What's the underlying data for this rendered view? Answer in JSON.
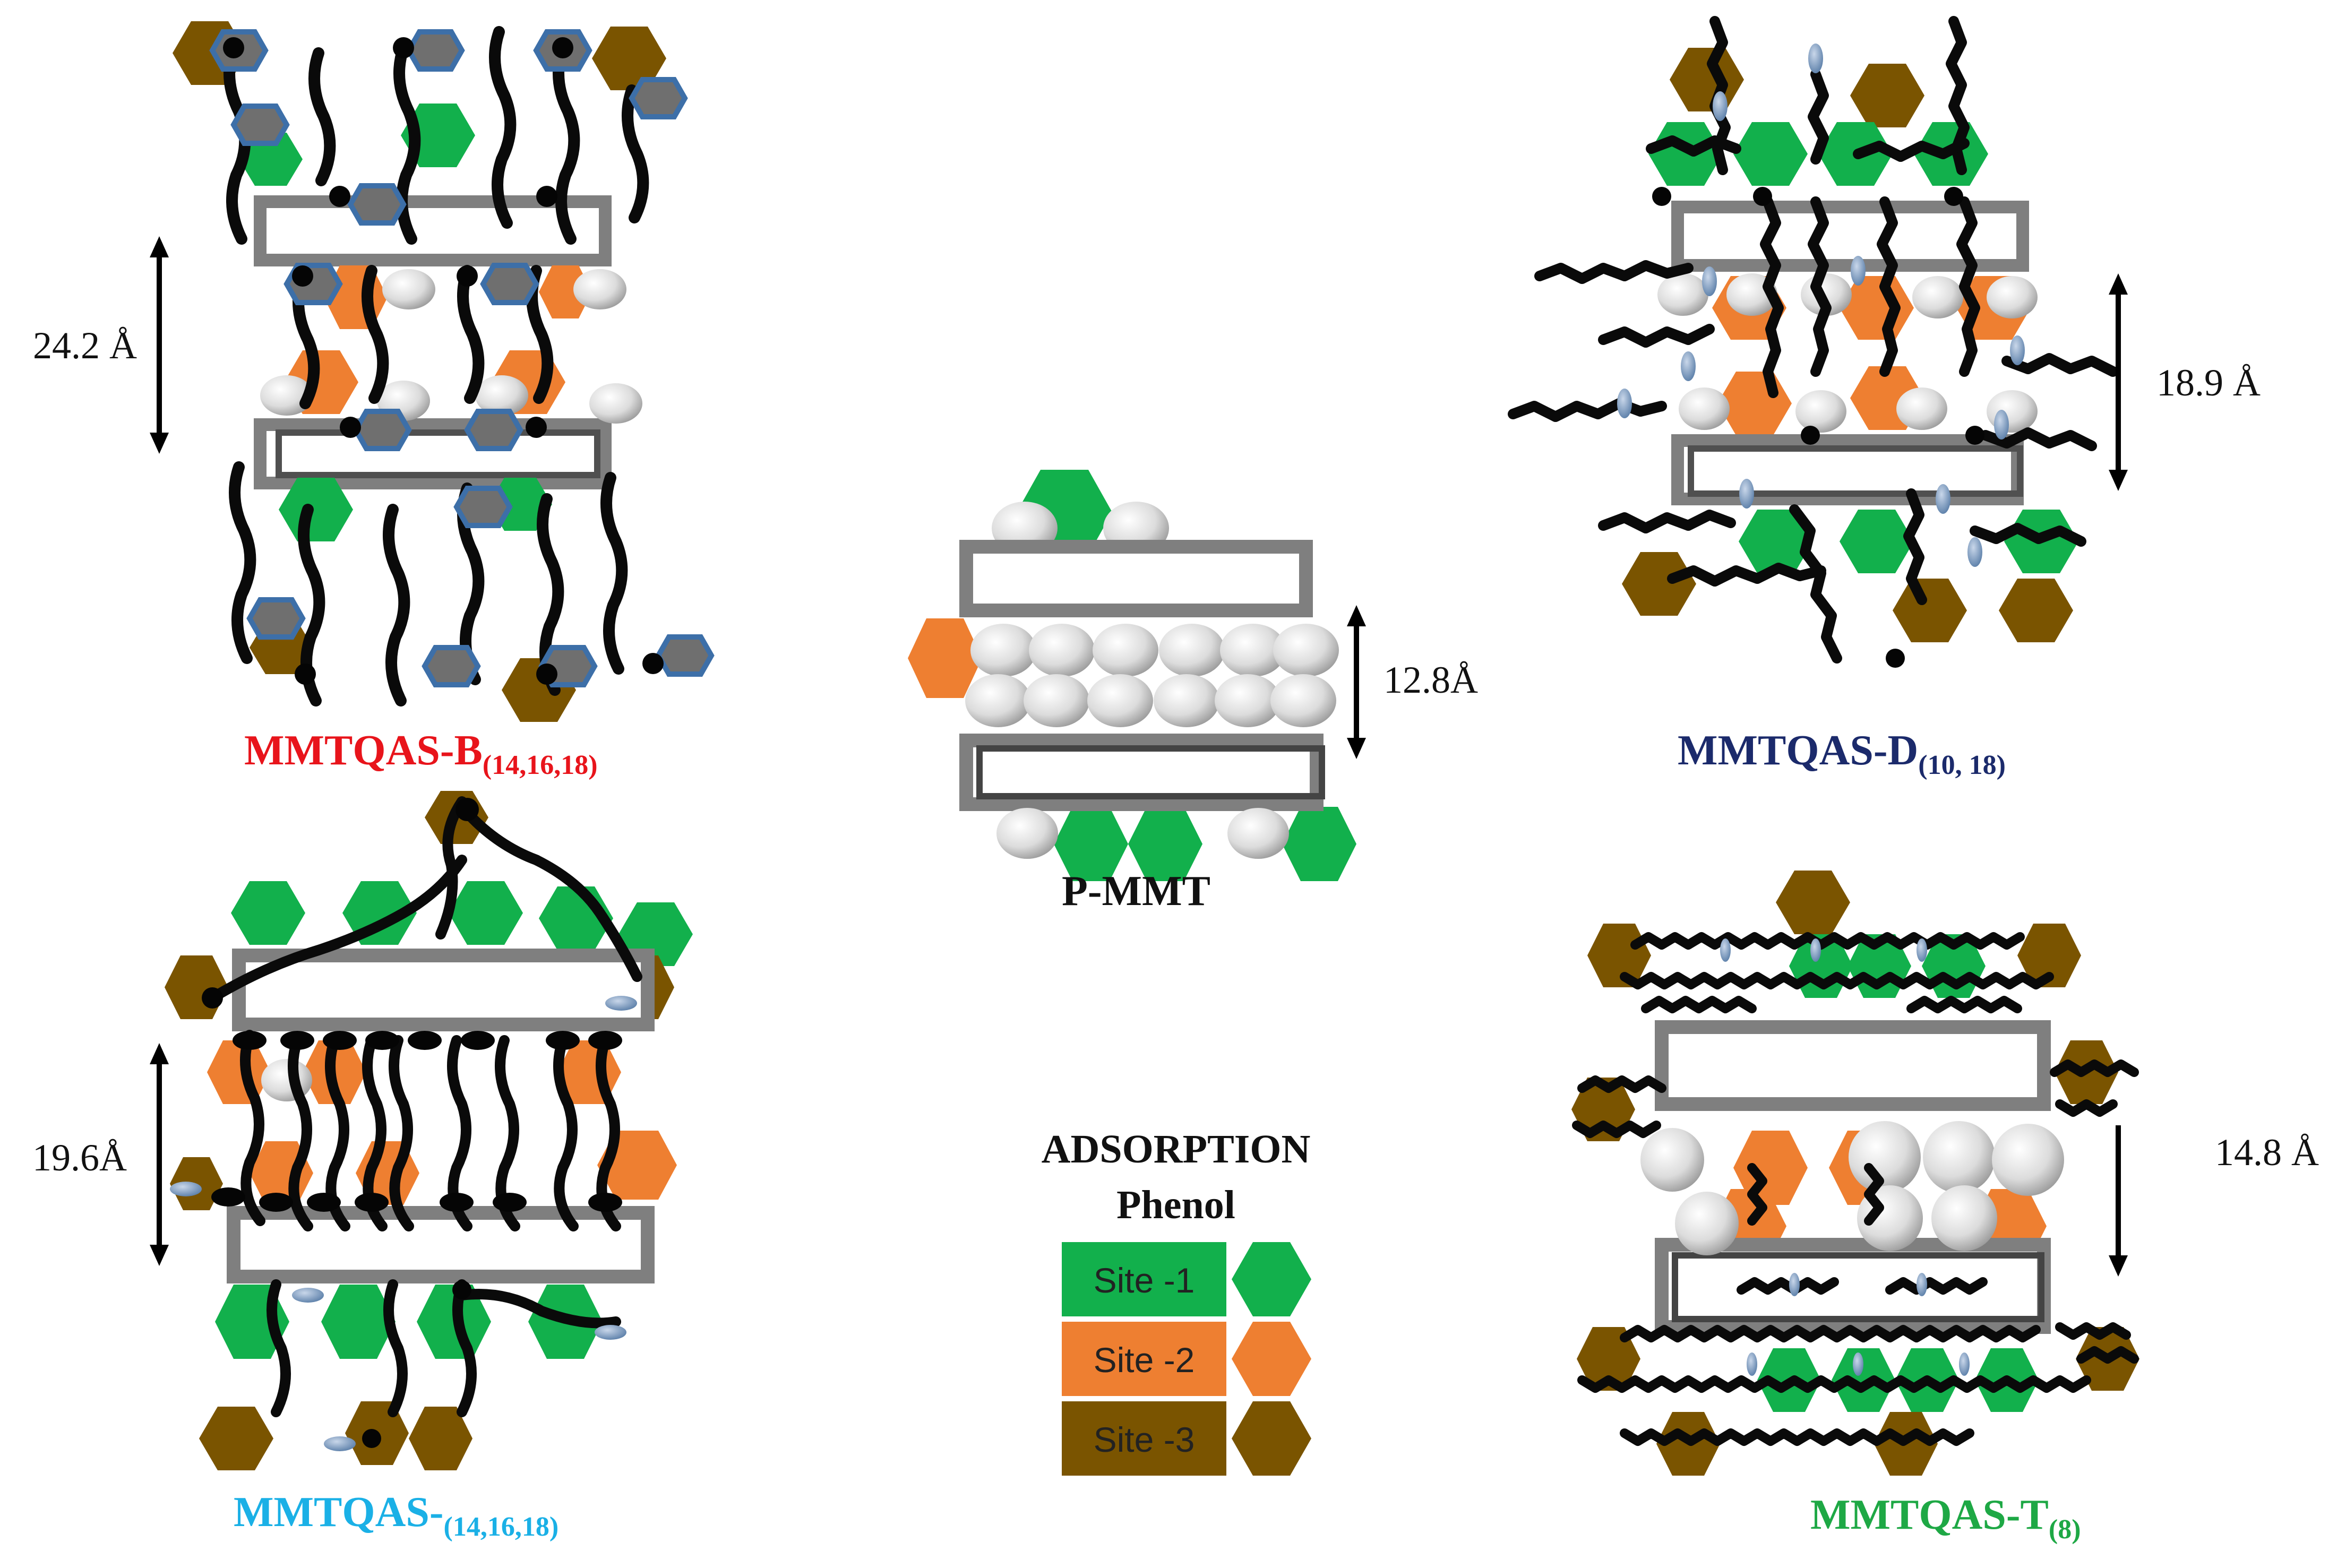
{
  "panels": {
    "b": {
      "name_main": "MMTQAS-B",
      "name_sub": "(14,16,18)",
      "spacing": "24.2 Å",
      "name_color": "#e8141b"
    },
    "d": {
      "name_main": "MMTQAS-D",
      "name_sub": "(10, 18)",
      "spacing": "18.9 Å",
      "name_color": "#1b2a6b"
    },
    "p": {
      "name_main": "P-MMT",
      "spacing": "12.8Å",
      "name_color": "#111111"
    },
    "m": {
      "name_main": "MMTQAS-",
      "name_sub": "(14,16,18)",
      "spacing": "19.6Å",
      "name_color": "#1ab0e6"
    },
    "t": {
      "name_main": "MMTQAS-T",
      "name_sub": "(8)",
      "spacing": "14.8 Å",
      "name_color": "#1ea845"
    }
  },
  "legend": {
    "title_line1": "ADSORPTION",
    "title_line2": "Phenol",
    "sites": [
      {
        "label": "Site -1",
        "color": "#12b04c"
      },
      {
        "label": "Site -2",
        "color": "#ee7f31"
      },
      {
        "label": "Site -3",
        "color": "#7a5400"
      }
    ]
  },
  "colors": {
    "layer_frame": "#7f7f7f",
    "chain": "#0a0a0a",
    "benzyl": "#3d6fa8",
    "water": "#e8e8e8"
  }
}
